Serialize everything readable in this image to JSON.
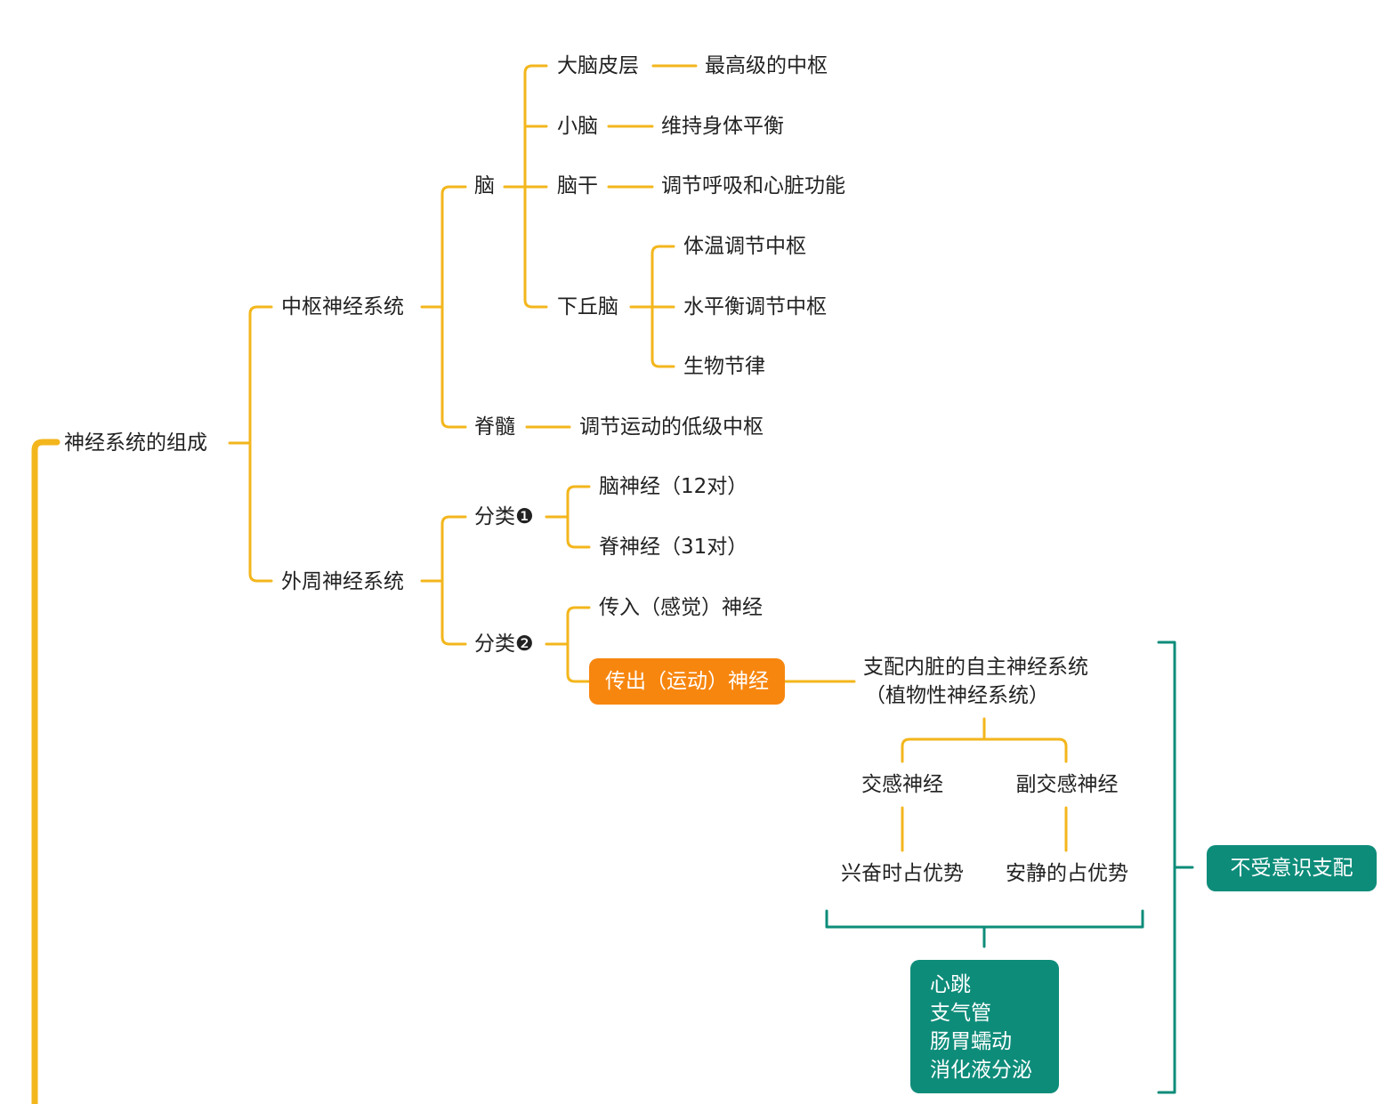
{
  "colors": {
    "branch": "#f3b61c",
    "accent": "#f7860f",
    "teal": "#0e8c7a",
    "text": "#222222"
  },
  "root": "神经系统的组成",
  "cns": {
    "label": "中枢神经系统",
    "brain": {
      "label": "脑",
      "cortex": {
        "label": "大脑皮层",
        "desc": "最高级的中枢"
      },
      "cerebellum": {
        "label": "小脑",
        "desc": "维持身体平衡"
      },
      "brainstem": {
        "label": "脑干",
        "desc": "调节呼吸和心脏功能"
      },
      "hypothalamus": {
        "label": "下丘脑",
        "items": [
          "体温调节中枢",
          "水平衡调节中枢",
          "生物节律"
        ]
      }
    },
    "spinal": {
      "label": "脊髓",
      "desc": "调节运动的低级中枢"
    }
  },
  "pns": {
    "label": "外周神经系统",
    "class1": {
      "label": "分类❶",
      "items": [
        "脑神经（12对）",
        "脊神经（31对）"
      ]
    },
    "class2": {
      "label": "分类❷",
      "afferent": "传入（感觉）神经",
      "efferent": "传出（运动）神经",
      "autonomic": {
        "line1": "支配内脏的自主神经系统",
        "line2": "（植物性神经系统）"
      },
      "sympathetic": {
        "label": "交感神经",
        "desc": "兴奋时占优势"
      },
      "parasympathetic": {
        "label": "副交感神经",
        "desc": "安静的占优势"
      },
      "targets": [
        "心跳",
        "支气管",
        "肠胃蠕动",
        "消化液分泌"
      ],
      "note": "不受意识支配"
    }
  }
}
